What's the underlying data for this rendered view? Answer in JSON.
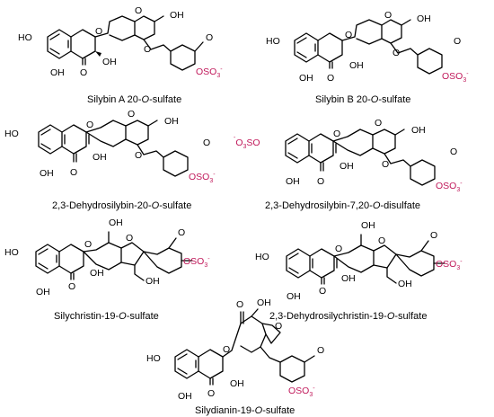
{
  "colors": {
    "bond": "#000000",
    "sulfate_text": "#c0185a",
    "background": "#ffffff"
  },
  "atom_labels": {
    "HO": "HO",
    "OH": "OH",
    "O": "O",
    "sulfate_O": "O",
    "sulfate_SO3": "SO",
    "sulfate_sub": "3",
    "sulfate_charge": "-"
  },
  "captions": [
    {
      "prefix": "Silybin A 20-",
      "italic": "O",
      "suffix": "-sulfate"
    },
    {
      "prefix": "Silybin B 20-",
      "italic": "O",
      "suffix": "-sulfate"
    },
    {
      "prefix": "2,3-Dehydrosilybin-20-",
      "italic": "O",
      "suffix": "-sulfate"
    },
    {
      "prefix": "2,3-Dehydrosilybin-7,20-",
      "italic": "O",
      "suffix": "-disulfate"
    },
    {
      "prefix": "Silychristin-19-",
      "italic": "O",
      "suffix": "-sulfate"
    },
    {
      "prefix": "2,3-Dehydrosilychristin-19-",
      "italic": "O",
      "suffix": "-sulfate"
    },
    {
      "prefix": "Silydianin-19-",
      "italic": "O",
      "suffix": "-sulfate"
    }
  ]
}
